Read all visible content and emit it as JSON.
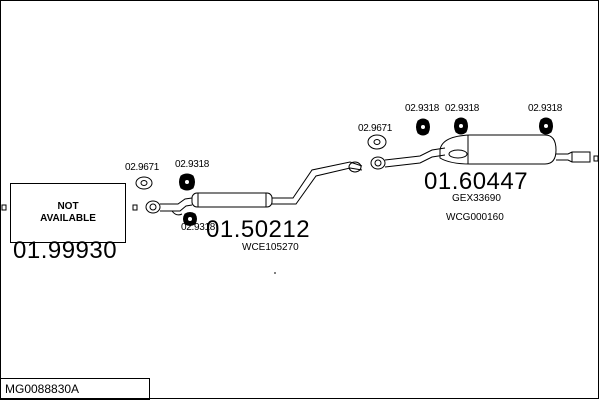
{
  "reference": "MG0088830A",
  "not_available_box": {
    "line1": "NOT",
    "line2": "AVAILABLE"
  },
  "parts": {
    "front": {
      "number": "01.99930"
    },
    "middle": {
      "number": "01.50212",
      "oe_code": "WCE105270"
    },
    "rear": {
      "number": "01.60447",
      "oe_code_1": "GEX33690",
      "oe_code_2": "WCG000160"
    }
  },
  "fittings": {
    "gasket_front": "02.9671",
    "hanger_front_top": "02.9318",
    "hanger_front_bottom": "02.9318",
    "gasket_rear": "02.9671",
    "hanger_rear_1": "02.9318",
    "hanger_rear_2": "02.9318",
    "hanger_rear_3": "02.9318"
  },
  "icons": [
    "gasket-icon",
    "hanger-icon",
    "exhaust-pipe-icon",
    "muffler-icon"
  ]
}
